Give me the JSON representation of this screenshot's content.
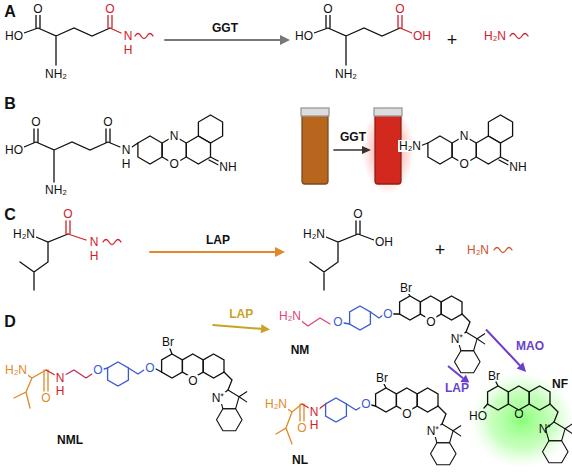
{
  "diagram": {
    "nodes": [
      {
        "text": [
          "NML"
        ]
      },
      {
        "text": [
          "NM"
        ]
      },
      {
        "text": [
          "NL"
        ]
      },
      {
        "text": [
          "NF"
        ]
      }
    ],
    "edges": [
      {
        "from": 0,
        "to": 1,
        "label": "LAP",
        "arrow": "to"
      },
      {
        "from": 1,
        "to": 3,
        "label": "MAO",
        "arrow": "to"
      },
      {
        "from": 2,
        "to": 3,
        "label": "LAP",
        "arrow": "to"
      }
    ],
    "labels": [
      "A",
      "HO",
      "O",
      "NH₂",
      "O",
      "N",
      "H",
      "GGT",
      "HO",
      "O",
      "NH₂",
      "O",
      "OH",
      "+",
      "H₂N",
      "B",
      "HO",
      "O",
      "NH₂",
      "O",
      "N",
      "H",
      "N",
      "O",
      "NH",
      "GGT",
      "H₂N",
      "N",
      "O",
      "NH",
      "C",
      "H₂N",
      "O",
      "N",
      "H",
      "LAP",
      "H₂N",
      "O",
      "OH",
      "+",
      "H₂N",
      "D",
      "H₂N",
      "O",
      "N",
      "H",
      "O",
      "O",
      "Br",
      "O",
      "N⁺",
      "H₂N",
      "O",
      "O",
      "Br",
      "O",
      "N⁺",
      "H₂N",
      "O",
      "N",
      "H",
      "O",
      "Br",
      "O",
      "N⁺",
      "Br",
      "HO",
      "O",
      "N⁺"
    ]
  }
}
